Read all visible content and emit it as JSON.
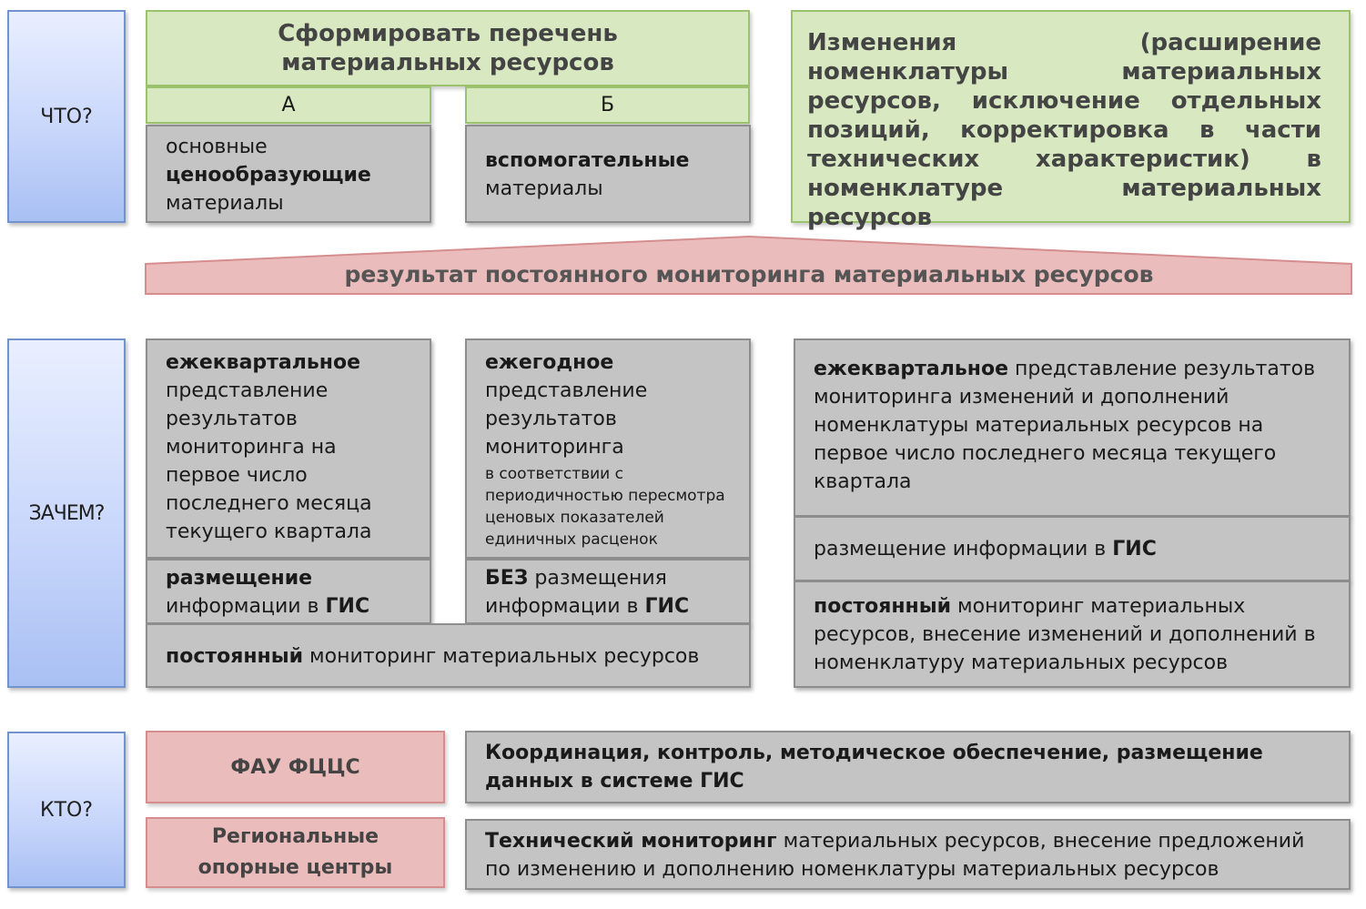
{
  "rows": {
    "what": "ЧТО?",
    "why": "ЗАЧЕМ?",
    "who": "КТО?"
  },
  "top": {
    "title": "Сформировать перечень материальных ресурсов",
    "col_a": "А",
    "col_b": "Б",
    "a_line1": "основные",
    "a_bold": "ценообразующие",
    "a_line3": "материалы",
    "b_bold": "вспомогательные",
    "b_line2": "материалы",
    "changes": "Изменения (расширение номенклатуры материальных ресурсов, исключение отдельных позиций, корректировка в части технических характеристик) в номенклатуре материальных ресурсов"
  },
  "banner": "результат постоянного мониторинга материальных ресурсов",
  "mid": {
    "a_bold": "ежеквартальное",
    "a_text": "представление результатов мониторинга на первое число последнего месяца текущего квартала",
    "b_bold": "ежегодное",
    "b_text": "представление результатов мониторинга",
    "b_small": "в соответствии с периодичностью пересмотра ценовых показателей единичных расценок",
    "a_place_bold": "размещение",
    "a_place_text": "информации в ",
    "gis": "ГИС",
    "b_place_bold": "БЕЗ",
    "b_place_text": " размещения информации в ",
    "const_bold": "постоянный",
    "const_text": " мониторинг материальных ресурсов",
    "right1_bold": "ежеквартальное",
    "right1_text": " представление результатов мониторинга изменений и дополнений номенклатуры материальных ресурсов на первое число последнего месяца текущего квартала",
    "right2_text": "размещение информации в ",
    "right3_bold": "постоянный",
    "right3_text": " мониторинг материальных ресурсов, внесение изменений и дополнений в номенклатуру материальных ресурсов"
  },
  "who": {
    "org1": "ФАУ ФЦЦС",
    "org2": "Региональные опорные центры",
    "desc1": "Координация, контроль, методическое обеспечение, размещение данных в системе ГИС",
    "desc2_bold": "Технический мониторинг",
    "desc2_text": " материальных ресурсов, внесение предложений по изменению и дополнению номенклатуры материальных ресурсов"
  },
  "colors": {
    "green_fill": "#d8e9c1",
    "gray_fill": "#c4c4c4",
    "pink_fill": "#ebbcbc",
    "blue_side": "#a9c0f3"
  }
}
